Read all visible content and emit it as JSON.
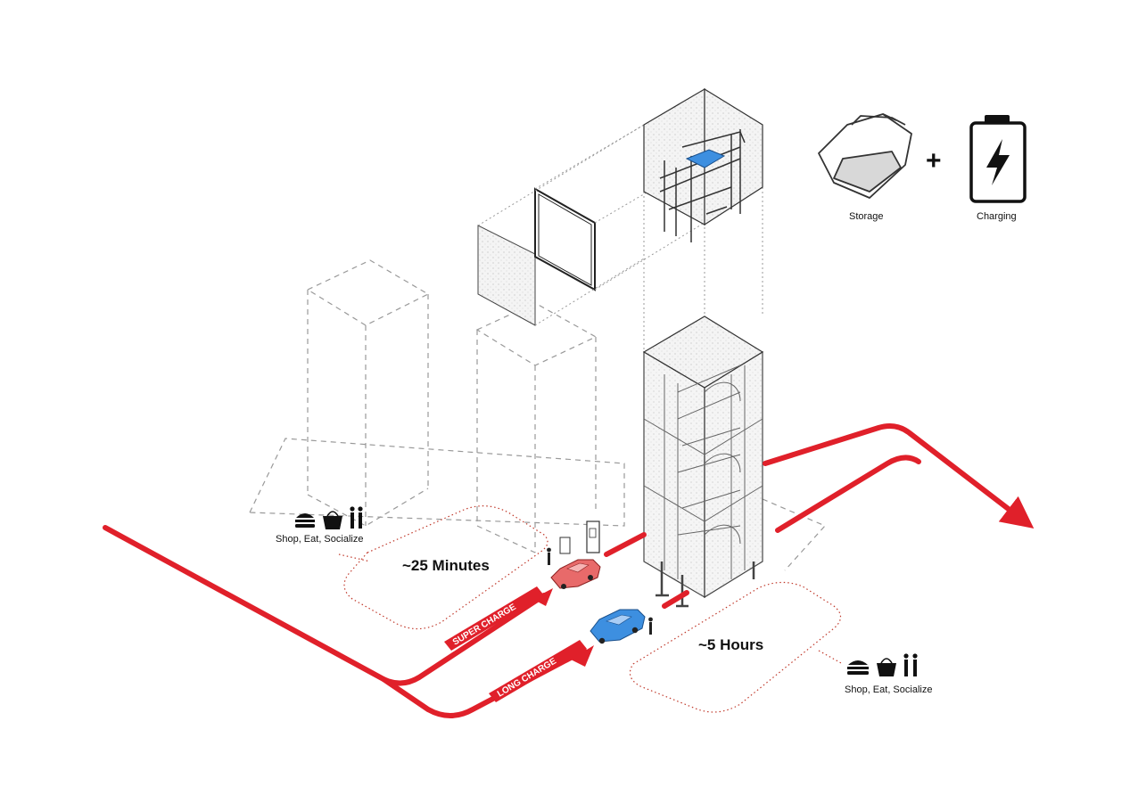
{
  "legend": {
    "storage_label": "Storage",
    "plus_symbol": "+",
    "charging_label": "Charging"
  },
  "amenities": {
    "left_label": "Shop, Eat, Socialize",
    "right_label": "Shop, Eat, Socialize"
  },
  "durations": {
    "super": "~25 Minutes",
    "long": "~5 Hours"
  },
  "routes": {
    "super_label": "SUPER CHARGE",
    "long_label": "LONG CHARGE"
  },
  "colors": {
    "route": "#e0202a",
    "red_car": "#e86a6a",
    "blue_car": "#3d8fe0",
    "line": "#555555",
    "dotted": "#c0392b"
  },
  "icons": [
    "burger-icon",
    "shopping-bag-icon",
    "people-icon",
    "battery-bolt-icon",
    "storage-tray-icon"
  ]
}
